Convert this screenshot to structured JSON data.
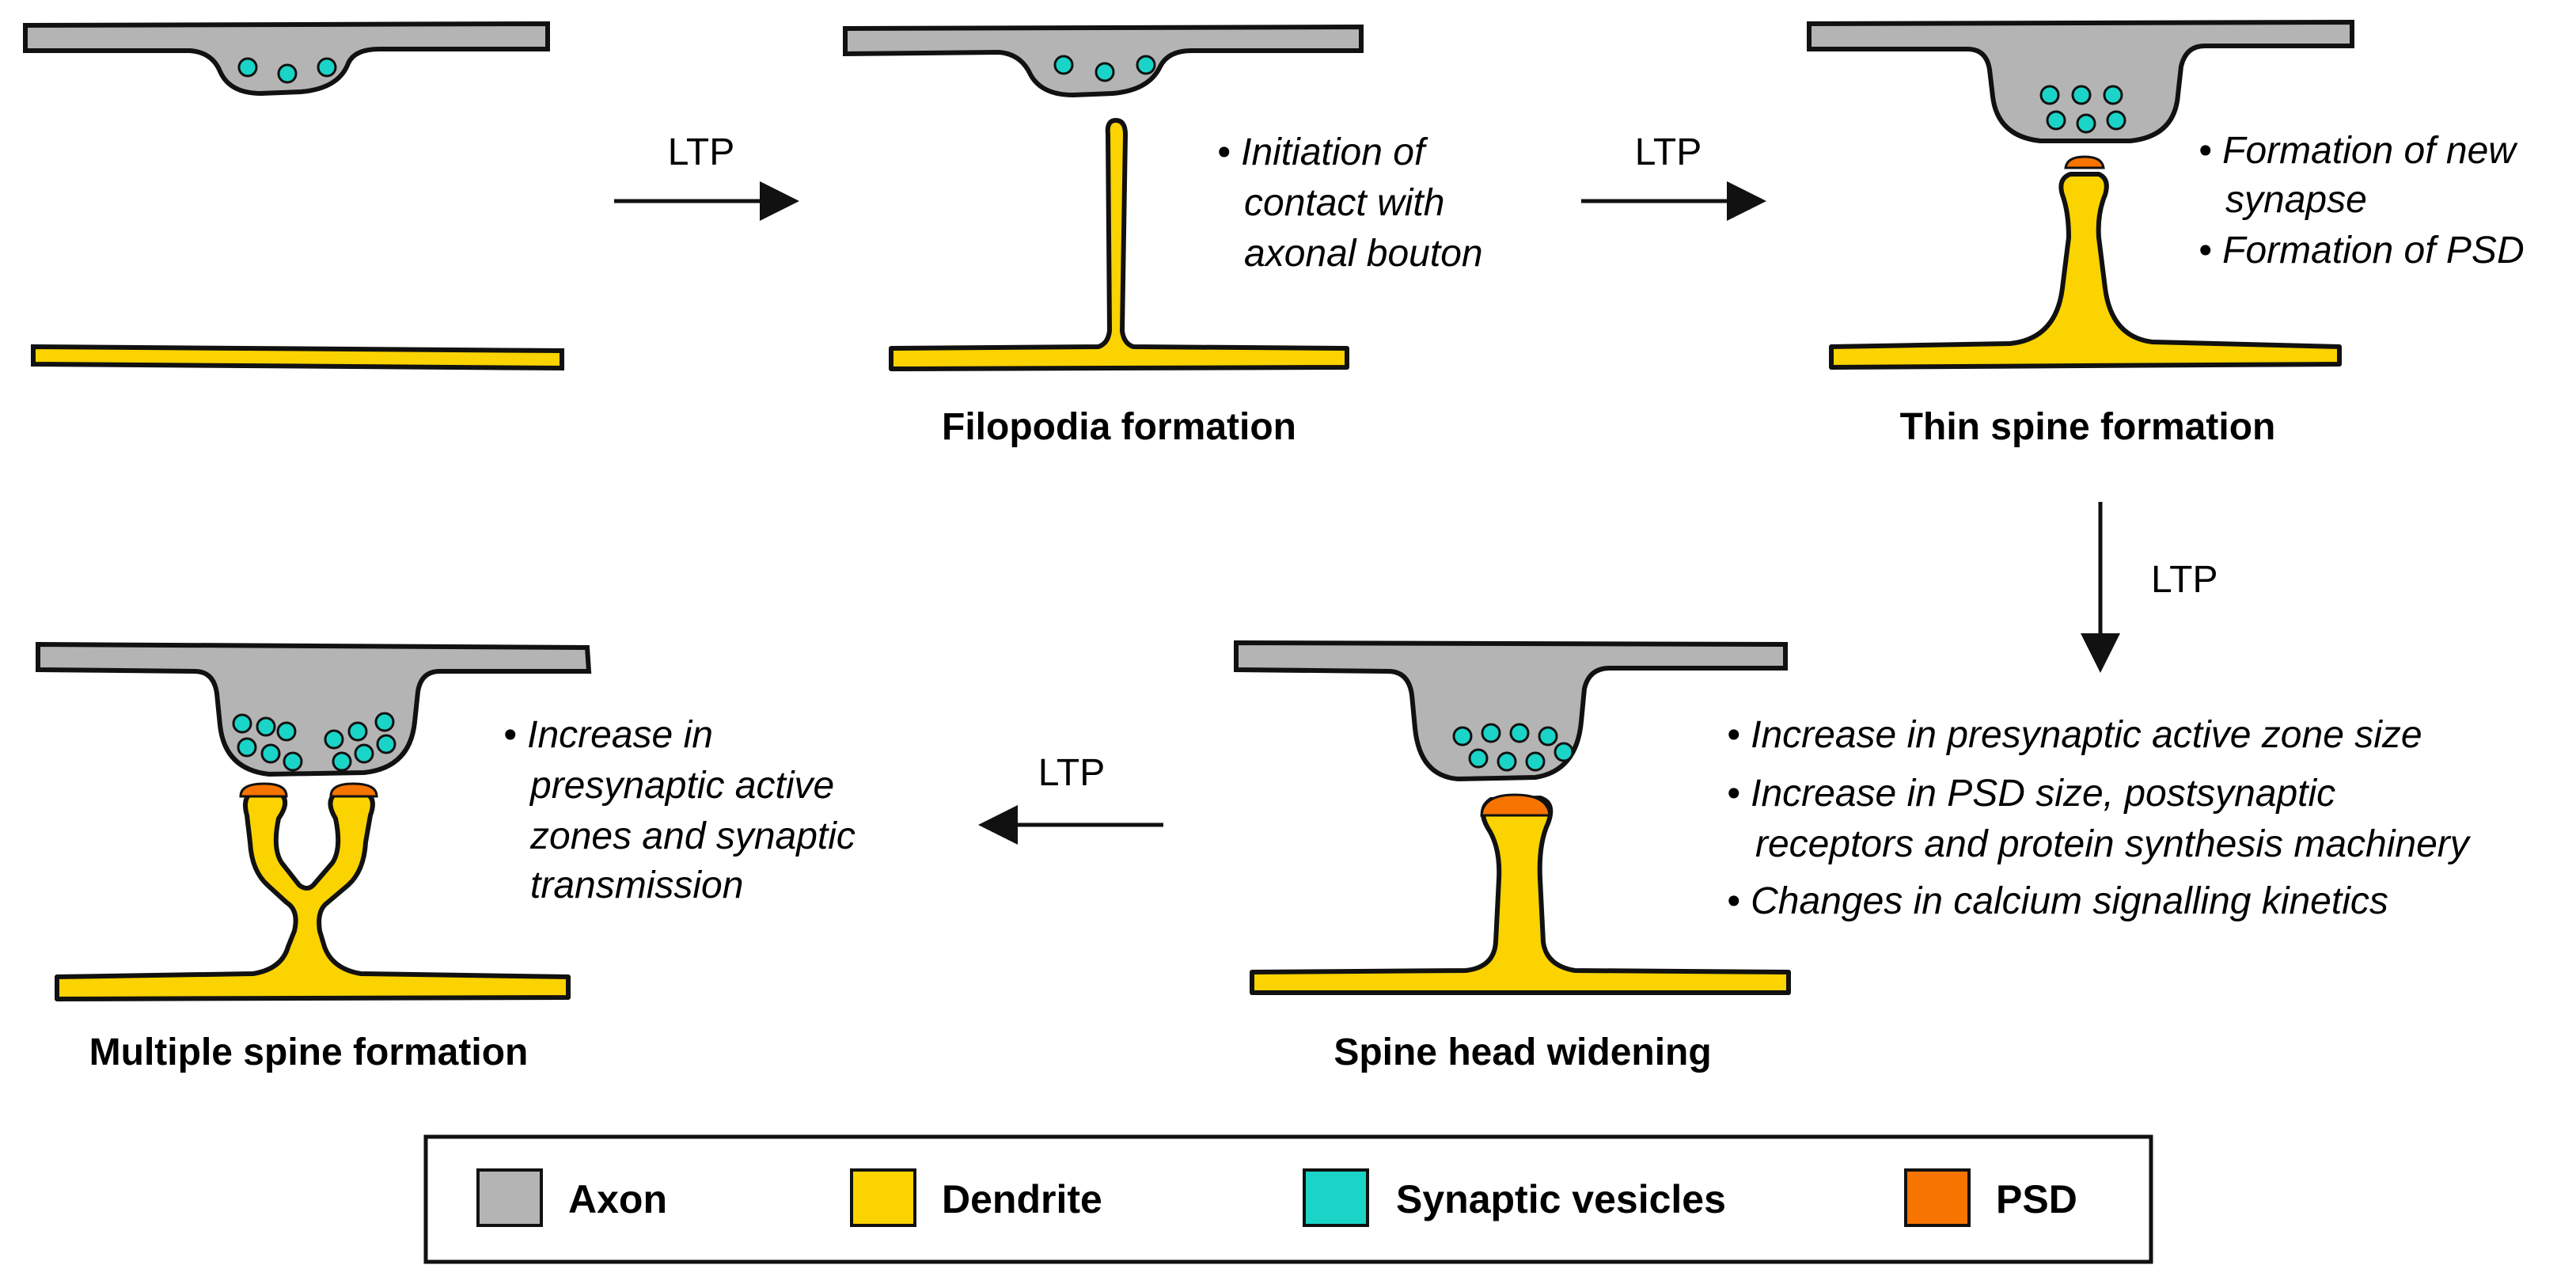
{
  "colors": {
    "axon": "#b4b4b4",
    "dendrite": "#fad300",
    "vesicle": "#1ad4c8",
    "psd": "#f77400",
    "outline": "#111111"
  },
  "arrows": {
    "a1": "LTP",
    "a2": "LTP",
    "a3": "LTP",
    "a4": "LTP"
  },
  "stages": {
    "filopodia": {
      "title": "Filopodia formation",
      "notes": [
        "• Initiation of",
        "contact with",
        "axonal bouton"
      ]
    },
    "thin_spine": {
      "title": "Thin spine formation",
      "notes": [
        "• Formation of new",
        "synapse",
        "• Formation of PSD"
      ]
    },
    "head_widening": {
      "title": "Spine head widening",
      "notes": [
        "• Increase in presynaptic active zone size",
        "• Increase in PSD size, postsynaptic",
        "receptors and protein synthesis machinery",
        "• Changes in calcium signalling kinetics"
      ]
    },
    "multiple": {
      "title": "Multiple spine formation",
      "notes": [
        "• Increase in",
        "presynaptic active",
        "zones and synaptic",
        "transmission"
      ]
    }
  },
  "legend": [
    {
      "label": "Axon",
      "swatch": "axon"
    },
    {
      "label": "Dendrite",
      "swatch": "dendrite"
    },
    {
      "label": "Synaptic vesicles",
      "swatch": "vesicle"
    },
    {
      "label": "PSD",
      "swatch": "psd"
    }
  ]
}
